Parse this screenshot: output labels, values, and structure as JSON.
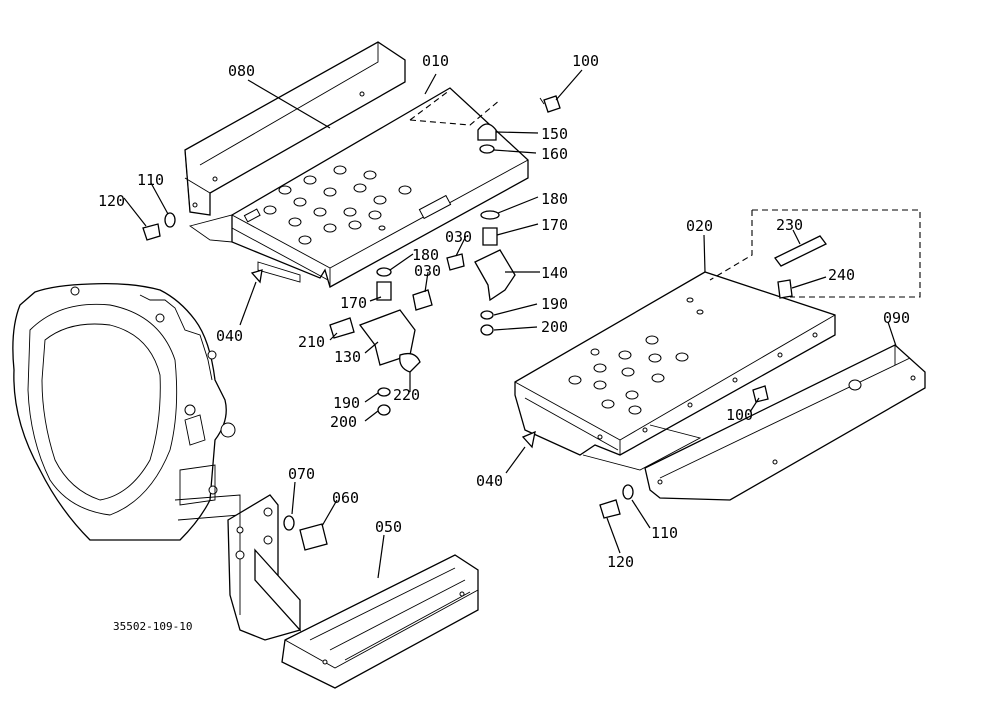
{
  "figure_code": "35502-109-10",
  "labels": {
    "p080": "080",
    "p010": "010",
    "p100a": "100",
    "p150": "150",
    "p160": "160",
    "p110a": "110",
    "p120a": "120",
    "p180a": "180",
    "p170a": "170",
    "p030a": "030",
    "p180b": "180",
    "p030b": "030",
    "p140": "140",
    "p170b": "170",
    "p190a": "190",
    "p200a": "200",
    "p040a": "040",
    "p210": "210",
    "p130": "130",
    "p220": "220",
    "p190b": "190",
    "p200b": "200",
    "p020": "020",
    "p230": "230",
    "p240": "240",
    "p090": "090",
    "p100b": "100",
    "p040b": "040",
    "p110b": "110",
    "p120b": "120",
    "p070": "070",
    "p060": "060",
    "p050": "050"
  }
}
